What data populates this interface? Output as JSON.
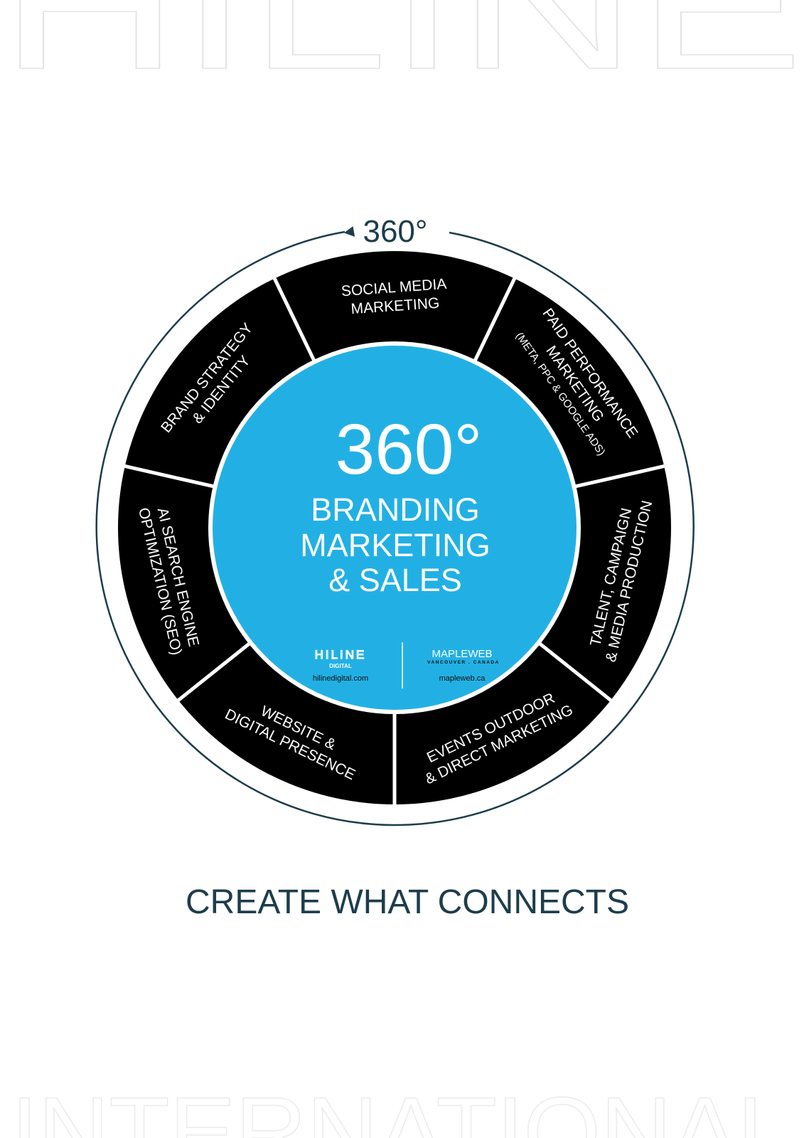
{
  "watermark": {
    "top": "HILINE",
    "bottom": "INTERNATIONAL"
  },
  "ring_title": "360°",
  "center": {
    "big": "360°",
    "lines": [
      "BRANDING",
      "MARKETING",
      "& SALES"
    ],
    "logos": [
      {
        "name": "HILINE",
        "sub": "DIGITAL",
        "url": "hilinedigital.com"
      },
      {
        "name": "MAPLEWEB",
        "sub": "VANCOUVER . CANADA",
        "url": "mapleweb.ca"
      }
    ]
  },
  "segments": [
    {
      "lines": [
        "SOCIAL MEDIA",
        "MARKETING"
      ]
    },
    {
      "lines": [
        "PAID PERFORMANCE",
        "MARKETING"
      ],
      "sub": "(META, PPC & GOOGLE ADS)"
    },
    {
      "lines": [
        "TALENT, CAMPAIGN",
        "& MEDIA PRODUCTION"
      ]
    },
    {
      "lines": [
        "EVENTS OUTDOOR",
        "& DIRECT MARKETING"
      ]
    },
    {
      "lines": [
        "WEBSITE &",
        "DIGITAL PRESENCE"
      ]
    },
    {
      "lines": [
        "AI SEARCH ENGINE",
        "OPTIMIZATION (SEO)"
      ]
    },
    {
      "lines": [
        "BRAND STRATEGY",
        "& IDENTITY"
      ]
    }
  ],
  "tagline": "CREATE WHAT CONNECTS",
  "colors": {
    "accent": "#22b0e4",
    "ring": "#000000",
    "navy": "#1c3d4c",
    "watermark": "#e6e6e6"
  }
}
